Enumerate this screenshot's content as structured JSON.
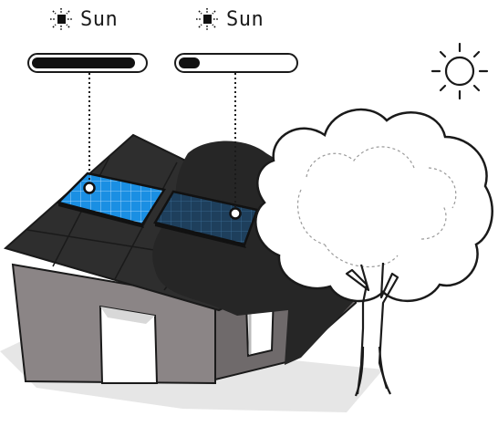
{
  "panels": [
    {
      "label": "Sun",
      "icon": "sun-icon",
      "output_fraction": 0.93,
      "state": "full-sun"
    },
    {
      "label": "Sun",
      "icon": "sun-icon",
      "output_fraction": 0.18,
      "state": "shaded"
    }
  ],
  "colors": {
    "panel_sunny": "#1a8fe3",
    "panel_shaded": "#1e3f5c",
    "roof": "#2e2e2e",
    "shadow": "#262626",
    "wall_front": "#8b8586",
    "wall_side": "#6f6a6b"
  }
}
